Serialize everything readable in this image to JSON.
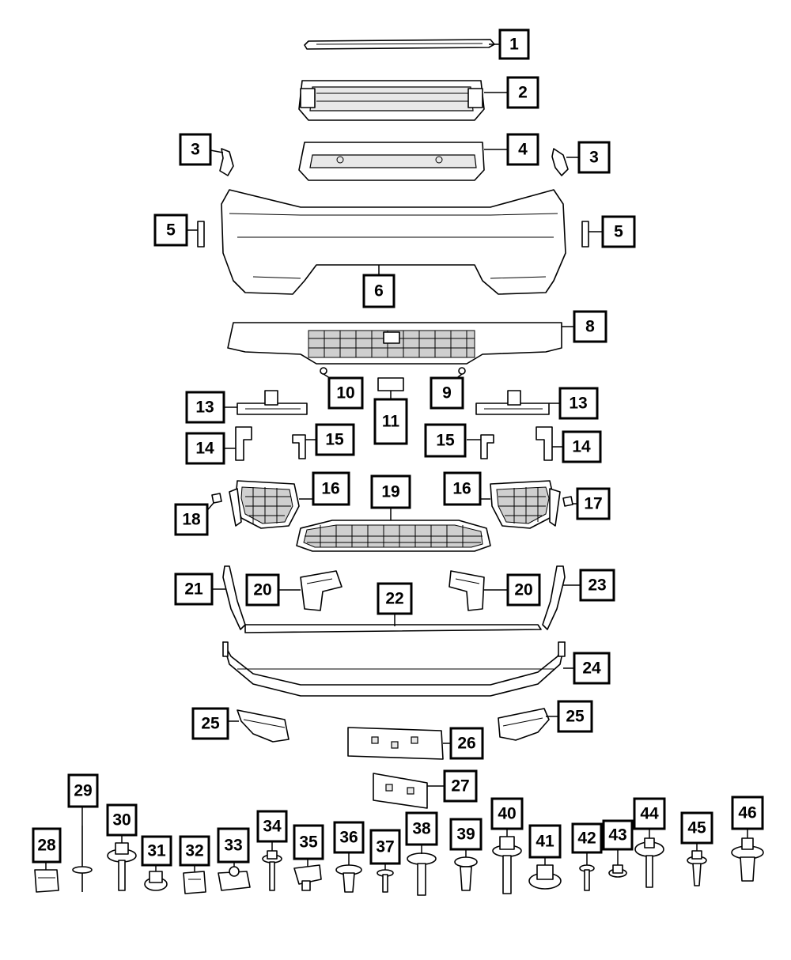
{
  "colors": {
    "ink": "#000000",
    "paper": "#ffffff",
    "shade": "#e8e8e8"
  },
  "callouts": {
    "c1": "1",
    "c2": "2",
    "c3a": "3",
    "c3b": "3",
    "c4": "4",
    "c5a": "5",
    "c5b": "5",
    "c6": "6",
    "c8": "8",
    "c9": "9",
    "c10": "10",
    "c11": "11",
    "c13a": "13",
    "c13b": "13",
    "c14a": "14",
    "c14b": "14",
    "c15a": "15",
    "c15b": "15",
    "c16a": "16",
    "c16b": "16",
    "c17": "17",
    "c18": "18",
    "c19": "19",
    "c20a": "20",
    "c20b": "20",
    "c21": "21",
    "c22": "22",
    "c23": "23",
    "c24": "24",
    "c25a": "25",
    "c25b": "25",
    "c26": "26",
    "c27": "27",
    "c28": "28",
    "c29": "29",
    "c30": "30",
    "c31": "31",
    "c32": "32",
    "c33": "33",
    "c34": "34",
    "c35": "35",
    "c36": "36",
    "c37": "37",
    "c38": "38",
    "c39": "39",
    "c40": "40",
    "c41": "41",
    "c42": "42",
    "c43": "43",
    "c44": "44",
    "c45": "45",
    "c46": "46"
  }
}
